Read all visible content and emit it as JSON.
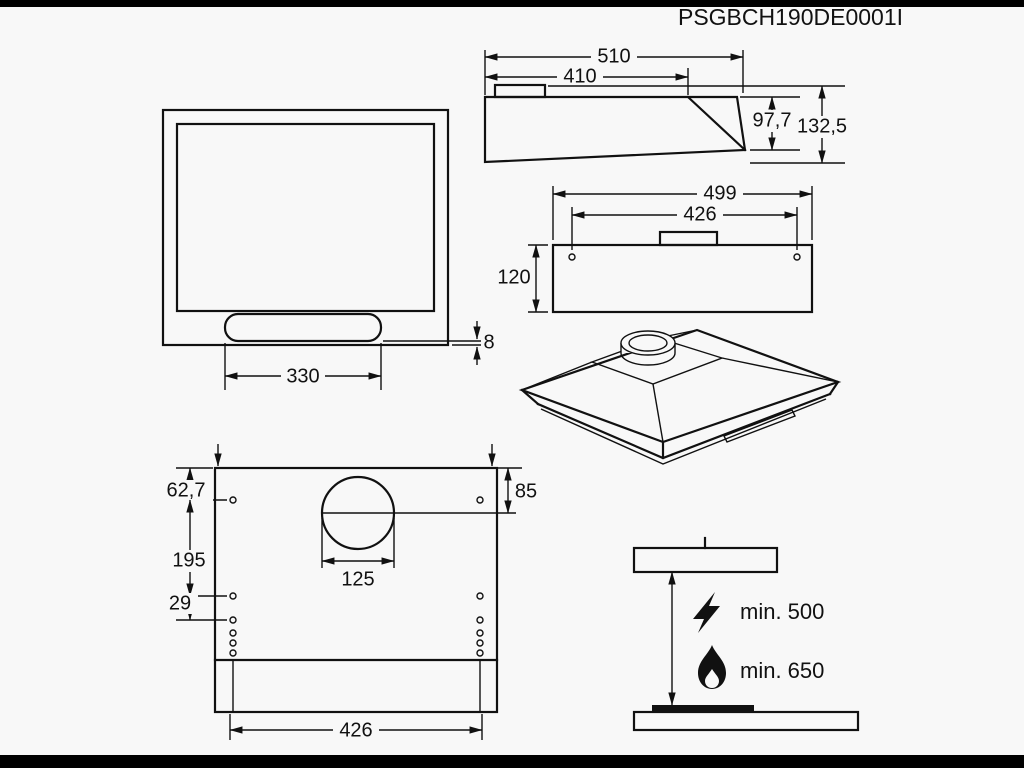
{
  "title": "PSGBCH190DE0001I",
  "front_view": {
    "bar_width": "330",
    "bar_gap": "8"
  },
  "side_view": {
    "total_width": "510",
    "flange_width": "410",
    "front_height": "97,7",
    "total_height": "132,5"
  },
  "rear_view": {
    "total_width": "499",
    "hole_spacing": "426",
    "body_height": "120"
  },
  "mounting_view": {
    "top_offset": "62,7",
    "hole_pitch": "195",
    "small_offset": "29",
    "duct_center_offset": "85",
    "duct_diameter": "125",
    "base_width": "426"
  },
  "clearance": {
    "electric": "min. 500",
    "gas": "min. 650"
  }
}
